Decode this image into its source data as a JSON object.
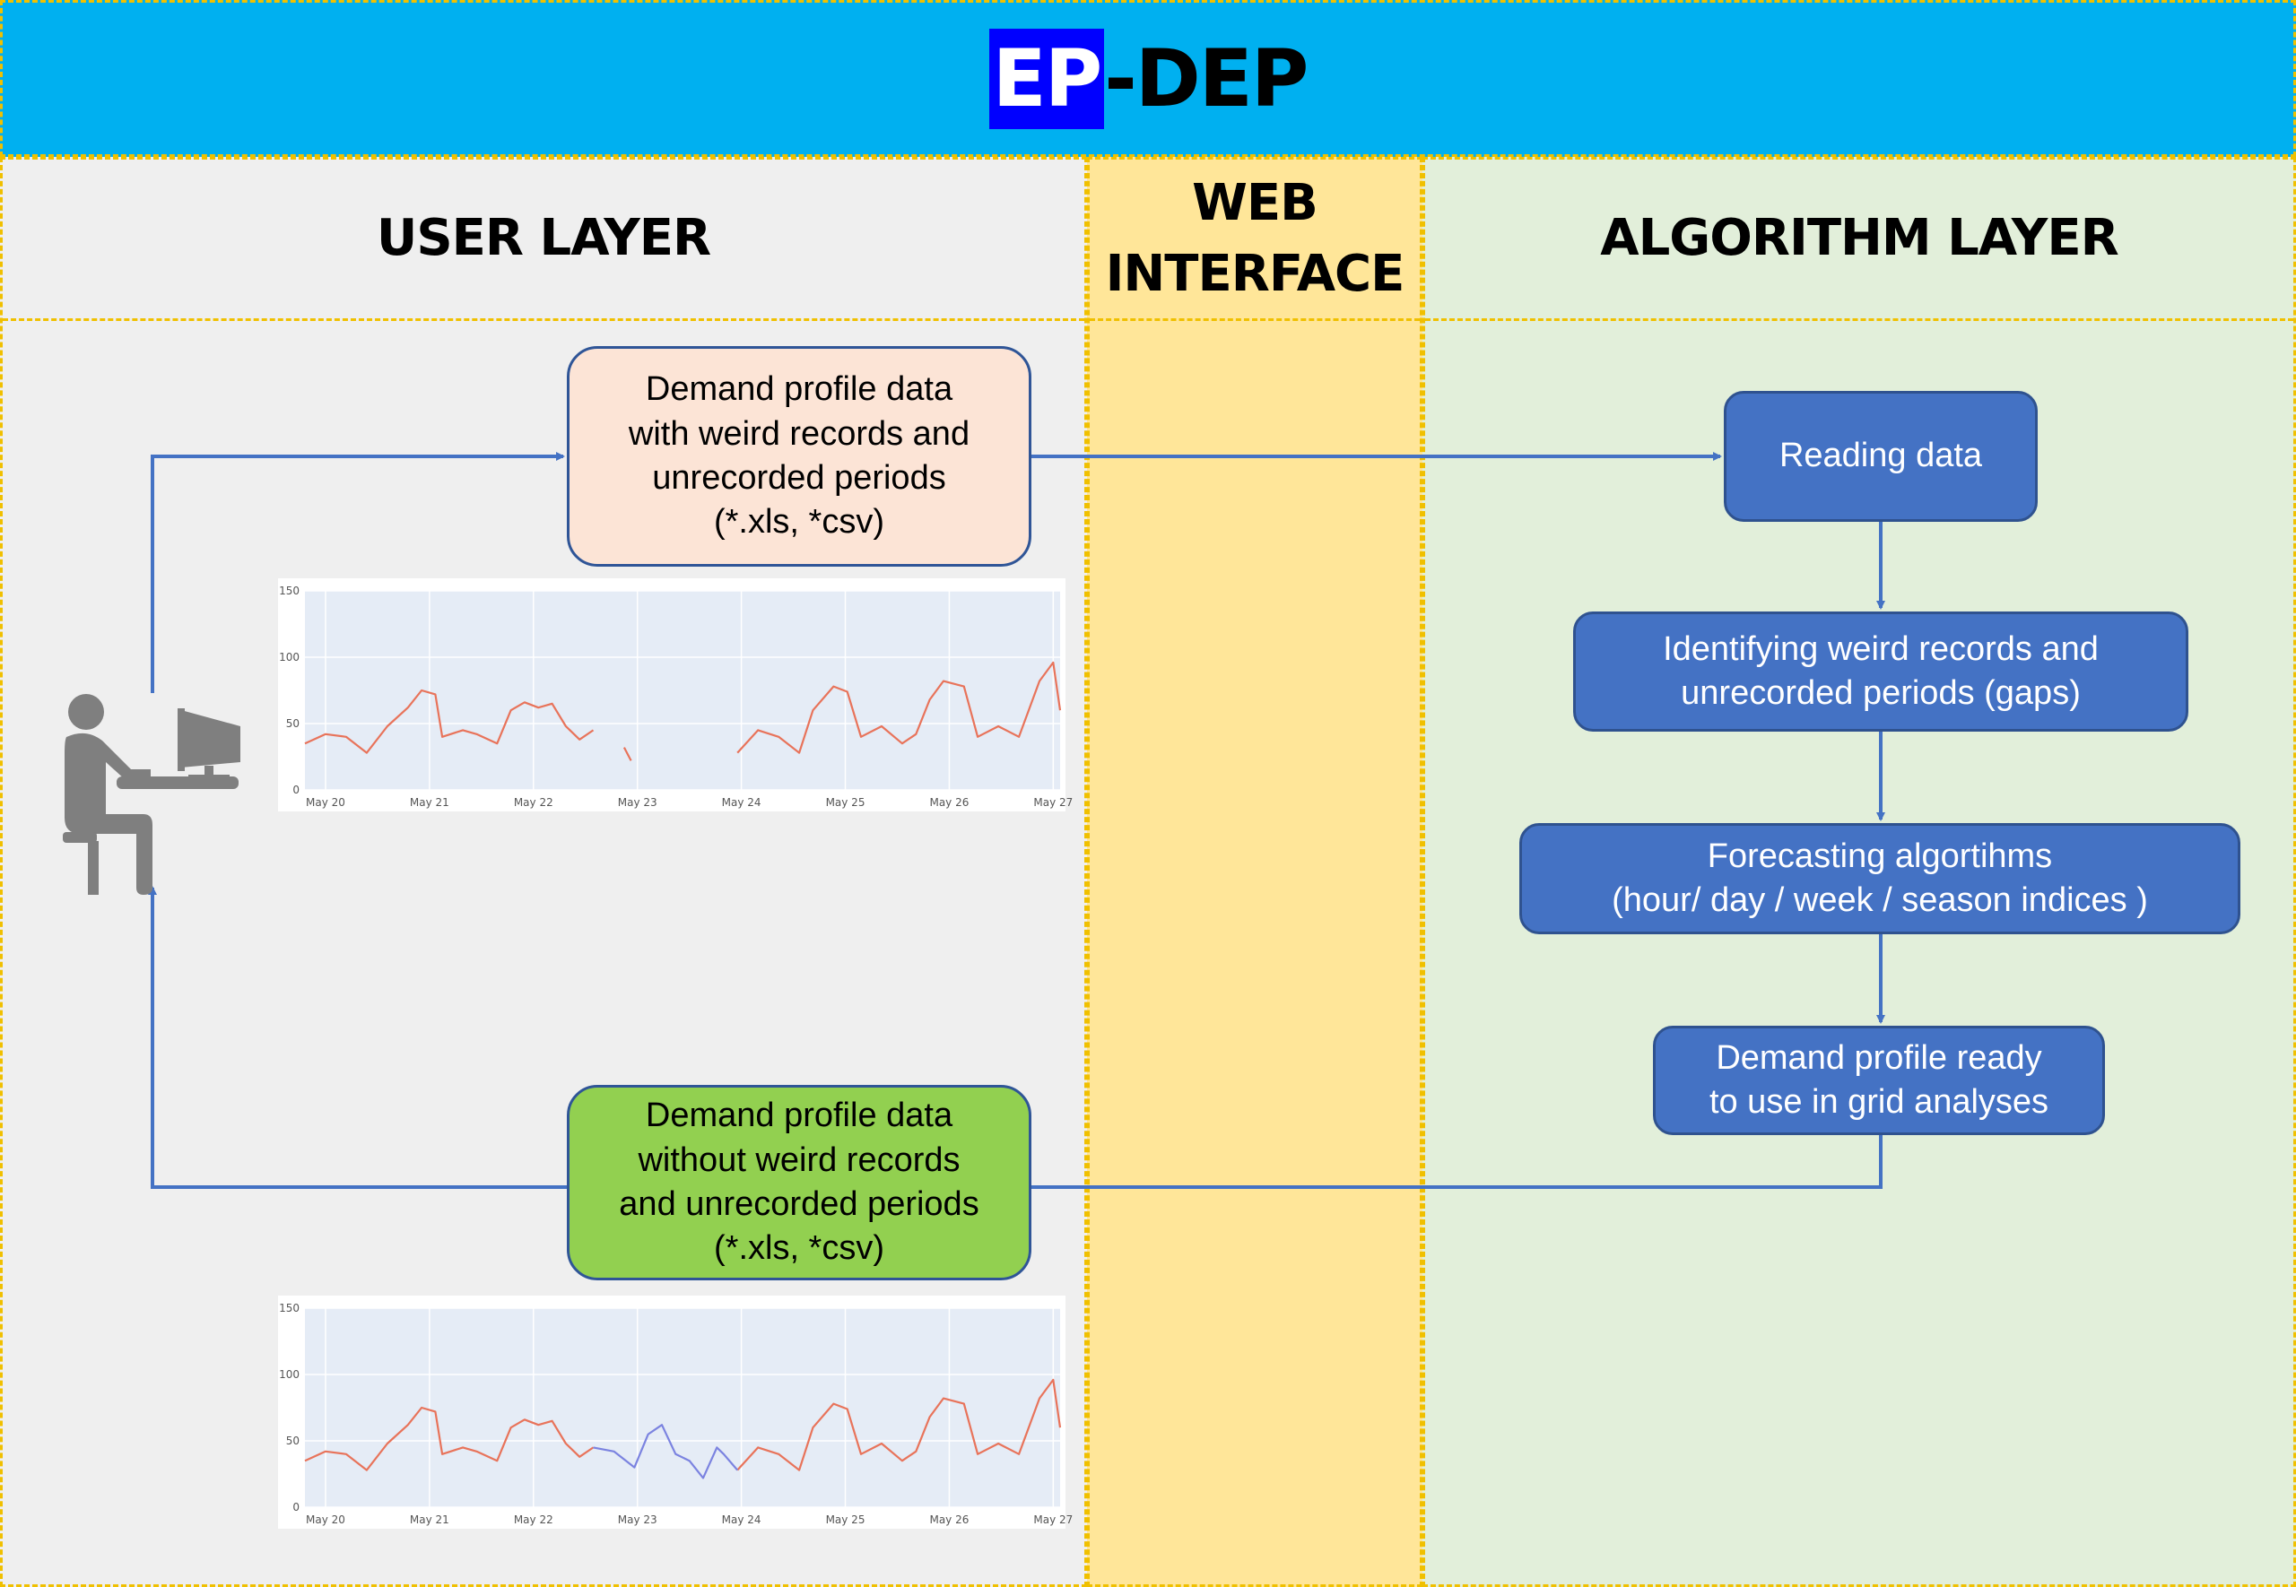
{
  "header": {
    "title_highlight": "EP",
    "title_rest": "-DEP"
  },
  "columns": {
    "user": {
      "label": "USER LAYER"
    },
    "web": {
      "label": "WEB\nINTERFACE"
    },
    "algorithm": {
      "label": "ALGORITHM LAYER"
    }
  },
  "user_layer": {
    "input_box": "Demand profile data\nwith weird records and\nunrecorded periods\n(*.xls, *csv)",
    "output_box": "Demand profile data\nwithout weird records\nand unrecorded periods\n(*.xls, *csv)"
  },
  "algorithm_layer": {
    "steps": [
      "Reading data",
      "Identifying weird records and\nunrecorded periods (gaps)",
      "Forecasting algortihms\n(hour/ day / week / season indices )",
      "Demand profile ready\nto use in grid analyses"
    ]
  },
  "colors": {
    "header_bg": "#00b0f0",
    "arrow": "#4472c4",
    "step_bg": "#4472c4",
    "input_bg": "#fce4d6",
    "output_bg": "#92d050",
    "raw_series": "#e8735a",
    "filled_series": "#7b83e0"
  },
  "icons": {
    "user": "person-at-computer-icon"
  },
  "chart_data": [
    {
      "type": "line",
      "ylim": [
        0,
        150
      ],
      "yticks": [
        "150",
        "100",
        "50",
        "0"
      ],
      "xticks": [
        "May 20",
        "May 21",
        "May 22",
        "May 23",
        "May 24",
        "May 25",
        "May 26",
        "May 27"
      ],
      "series": [
        {
          "segments": [
            [
              [
                0,
                35
              ],
              [
                0.3,
                42
              ],
              [
                0.6,
                40
              ],
              [
                0.9,
                28
              ],
              [
                1.2,
                48
              ],
              [
                1.5,
                62
              ],
              [
                1.7,
                75
              ],
              [
                1.9,
                72
              ],
              [
                2.0,
                40
              ],
              [
                2.3,
                45
              ],
              [
                2.5,
                42
              ],
              [
                2.8,
                35
              ],
              [
                3.0,
                60
              ],
              [
                3.2,
                66
              ],
              [
                3.4,
                62
              ],
              [
                3.6,
                65
              ],
              [
                3.8,
                48
              ],
              [
                4.0,
                38
              ],
              [
                4.2,
                45
              ]
            ],
            [
              [
                4.65,
                32
              ],
              [
                4.75,
                22
              ]
            ],
            [
              [
                6.3,
                28
              ],
              [
                6.6,
                45
              ],
              [
                6.9,
                40
              ],
              [
                7.2,
                28
              ],
              [
                7.4,
                60
              ],
              [
                7.7,
                78
              ],
              [
                7.9,
                74
              ],
              [
                8.1,
                40
              ],
              [
                8.4,
                48
              ],
              [
                8.7,
                35
              ],
              [
                8.9,
                42
              ],
              [
                9.1,
                68
              ],
              [
                9.3,
                82
              ],
              [
                9.6,
                78
              ],
              [
                9.8,
                40
              ],
              [
                10.1,
                48
              ],
              [
                10.4,
                40
              ],
              [
                10.7,
                82
              ],
              [
                10.9,
                96
              ],
              [
                11.0,
                60
              ]
            ]
          ]
        }
      ]
    },
    {
      "type": "line",
      "ylim": [
        0,
        150
      ],
      "yticks": [
        "150",
        "100",
        "50",
        "0"
      ],
      "xticks": [
        "May 20",
        "May 21",
        "May 22",
        "May 23",
        "May 24",
        "May 25",
        "May 26",
        "May 27"
      ],
      "series": [
        {
          "segments": [
            [
              [
                0,
                35
              ],
              [
                0.3,
                42
              ],
              [
                0.6,
                40
              ],
              [
                0.9,
                28
              ],
              [
                1.2,
                48
              ],
              [
                1.5,
                62
              ],
              [
                1.7,
                75
              ],
              [
                1.9,
                72
              ],
              [
                2.0,
                40
              ],
              [
                2.3,
                45
              ],
              [
                2.5,
                42
              ],
              [
                2.8,
                35
              ],
              [
                3.0,
                60
              ],
              [
                3.2,
                66
              ],
              [
                3.4,
                62
              ],
              [
                3.6,
                65
              ],
              [
                3.8,
                48
              ],
              [
                4.0,
                38
              ],
              [
                4.2,
                45
              ]
            ],
            [
              [
                6.3,
                28
              ],
              [
                6.6,
                45
              ],
              [
                6.9,
                40
              ],
              [
                7.2,
                28
              ],
              [
                7.4,
                60
              ],
              [
                7.7,
                78
              ],
              [
                7.9,
                74
              ],
              [
                8.1,
                40
              ],
              [
                8.4,
                48
              ],
              [
                8.7,
                35
              ],
              [
                8.9,
                42
              ],
              [
                9.1,
                68
              ],
              [
                9.3,
                82
              ],
              [
                9.6,
                78
              ],
              [
                9.8,
                40
              ],
              [
                10.1,
                48
              ],
              [
                10.4,
                40
              ],
              [
                10.7,
                82
              ],
              [
                10.9,
                96
              ],
              [
                11.0,
                60
              ]
            ]
          ]
        },
        {
          "segments": [
            [
              [
                4.2,
                45
              ],
              [
                4.5,
                42
              ],
              [
                4.8,
                30
              ],
              [
                5.0,
                55
              ],
              [
                5.2,
                62
              ],
              [
                5.4,
                40
              ],
              [
                5.6,
                35
              ],
              [
                5.8,
                22
              ],
              [
                6.0,
                45
              ],
              [
                6.1,
                40
              ],
              [
                6.3,
                28
              ]
            ]
          ]
        }
      ]
    }
  ]
}
